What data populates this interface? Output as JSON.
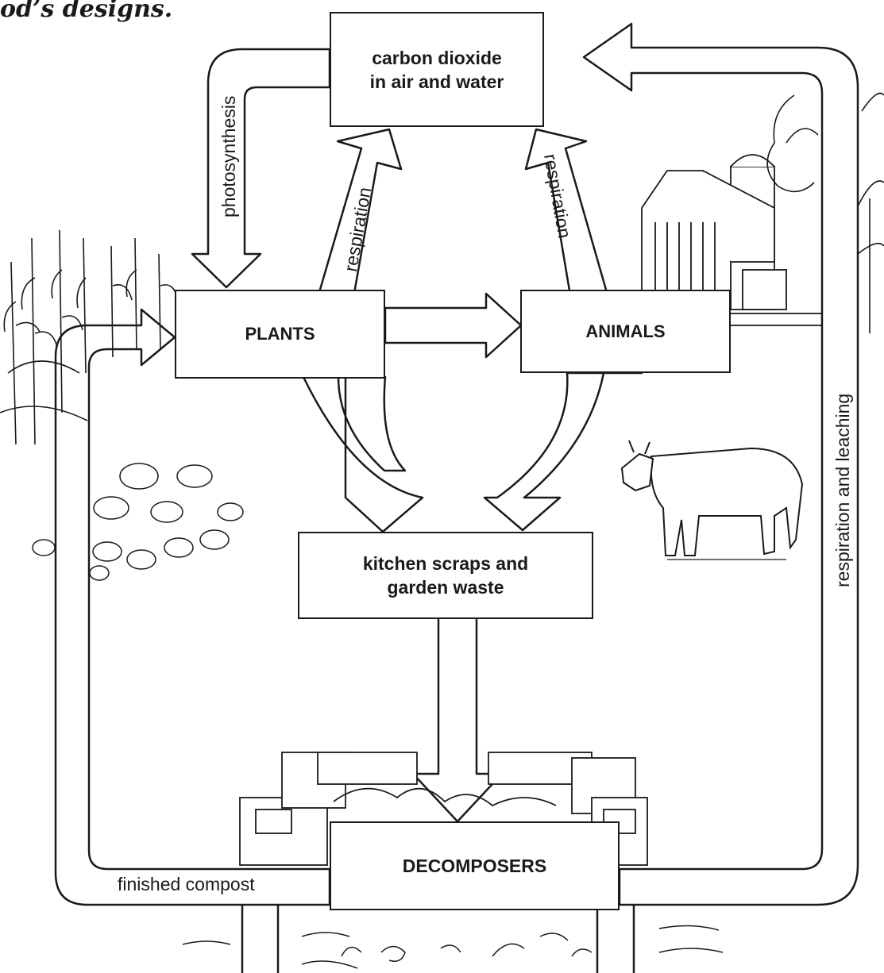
{
  "header_fragment": "od’s designs.",
  "nodes": {
    "co2": [
      "carbon dioxide",
      "in air and water"
    ],
    "plants": "PLANTS",
    "animals": "ANIMALS",
    "scraps": [
      "kitchen scraps and",
      "garden waste"
    ],
    "decomposers": "DECOMPOSERS"
  },
  "edges": {
    "photosynthesis": "photosynthesis",
    "plant_respiration": "respiration",
    "animal_respiration": "respiration",
    "respiration_leaching": "respiration and leaching",
    "finished_compost": "finished compost"
  },
  "illustrations": [
    "corn-plants",
    "cabbages",
    "barn-with-silo",
    "trees",
    "cow",
    "compost-bin",
    "soil-organisms"
  ]
}
